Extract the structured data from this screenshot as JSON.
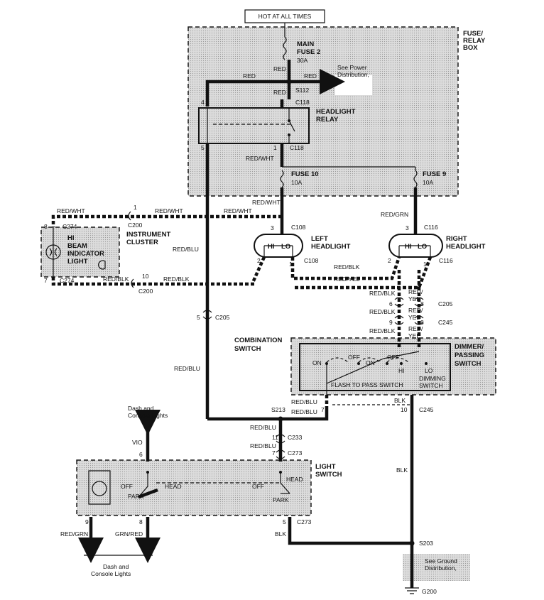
{
  "header": {
    "hot_label": "HOT AT ALL TIMES"
  },
  "fuse_relay_box": {
    "title_line1": "FUSE/",
    "title_line2": "RELAY",
    "title_line3": "BOX",
    "main_fuse_line1": "MAIN",
    "main_fuse_line2": "FUSE 2",
    "main_fuse_rating": "30A",
    "see_power_line1": "See Power",
    "see_power_line2": "Distribution,",
    "relay_line1": "HEADLIGHT",
    "relay_line2": "RELAY",
    "fuse10": "FUSE 10",
    "fuse10_rating": "10A",
    "fuse9": "FUSE 9",
    "fuse9_rating": "10A"
  },
  "instrument_cluster": {
    "title_line1": "INSTRUMENT",
    "title_line2": "CLUSTER",
    "lamp_line1": "HI",
    "lamp_line2": "BEAM",
    "lamp_line3": "INDICATOR",
    "lamp_line4": "LIGHT"
  },
  "left_headlight": {
    "title_line1": "LEFT",
    "title_line2": "HEADLIGHT",
    "hi": "HI",
    "lo": "LO"
  },
  "right_headlight": {
    "title_line1": "RIGHT",
    "title_line2": "HEADLIGHT",
    "hi": "HI",
    "lo": "LO"
  },
  "combination_switch": {
    "title_line1": "COMBINATION",
    "title_line2": "SWITCH"
  },
  "dimmer_switch": {
    "title_line1": "DIMMER/",
    "title_line2": "PASSING",
    "title_line3": "SWITCH",
    "on": "ON",
    "off": "OFF",
    "hi": "HI",
    "lo": "LO",
    "dimming_line1": "DIMMING",
    "dimming_line2": "SWITCH",
    "flash_to_pass": "FLASH TO PASS SWITCH"
  },
  "light_switch": {
    "title_line1": "LIGHT",
    "title_line2": "SWITCH",
    "off": "OFF",
    "head": "HEAD",
    "park": "PARK"
  },
  "dash_lights": {
    "line1": "Dash and",
    "line2": "Console Lights"
  },
  "ground": {
    "line1": "See Ground",
    "line2": "Distribution,",
    "g200": "G200"
  },
  "wires": {
    "red": "RED",
    "red_wht": "RED/WHT",
    "red_blu": "RED/BLU",
    "red_blk": "RED/BLK",
    "red_yel": "RED/YEL",
    "red_grn": "RED/GRN",
    "red_slash": "RED/",
    "yel": "YEL",
    "blk": "BLK",
    "vio": "VIO",
    "grn_red": "GRN/RED"
  },
  "connectors": {
    "s112": "S112",
    "c118": "C118",
    "c108": "C108",
    "c116": "C116",
    "c200": "C200",
    "c274": "C274",
    "c205": "C205",
    "c245": "C245",
    "s213": "S213",
    "c233": "C233",
    "c273": "C273",
    "s203": "S203"
  },
  "pins": {
    "p1": "1",
    "p2": "2",
    "p3": "3",
    "p4": "4",
    "p5": "5",
    "p6": "6",
    "p7": "7",
    "p8": "8",
    "p9": "9",
    "p10": "10",
    "p11": "11"
  }
}
